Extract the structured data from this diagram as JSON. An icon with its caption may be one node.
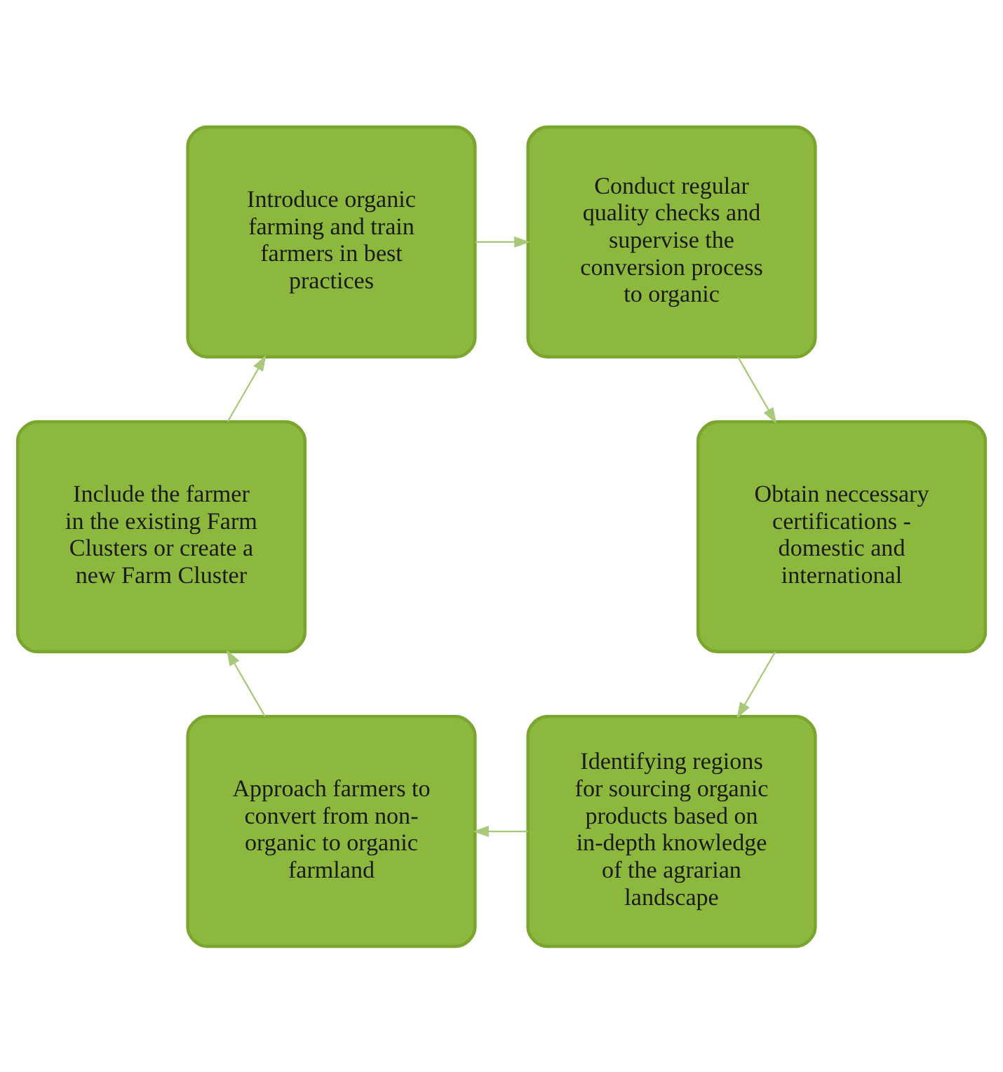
{
  "diagram": {
    "nodes": [
      {
        "text": [
          "Identifying regions for sourcing organic products based on in-depth knowledge of the agrarian landscape"
        ]
      },
      {
        "text": [
          "Approach farmers to convert from non-organic to organic farmland"
        ]
      },
      {
        "text": [
          "Include the farmer in the existing Farm Clusters or create a new Farm Cluster"
        ]
      },
      {
        "text": [
          "Introduce organic farming and train farmers in best practices"
        ]
      },
      {
        "text": [
          "Conduct regular quality checks and supervise the conversion process to organic"
        ]
      },
      {
        "text": [
          "Obtain neccessary certifications - domestic and international"
        ]
      }
    ],
    "edges": [
      {
        "from": 0,
        "to": 1,
        "arrow": "to"
      },
      {
        "from": 1,
        "to": 2,
        "arrow": "to"
      },
      {
        "from": 2,
        "to": 3,
        "arrow": "to"
      },
      {
        "from": 3,
        "to": 4,
        "arrow": "to"
      },
      {
        "from": 4,
        "to": 5,
        "arrow": "to"
      },
      {
        "from": 5,
        "to": 0,
        "arrow": "to"
      }
    ]
  }
}
